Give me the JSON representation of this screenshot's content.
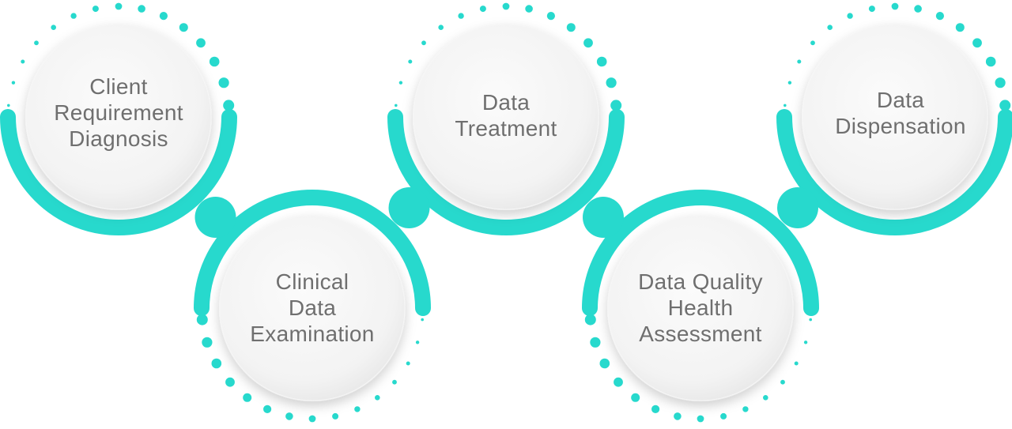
{
  "diagram": {
    "accent_color": "#27d9cd",
    "circle_fill": "#f6f6f6",
    "text_color": "#6f6f6f",
    "steps": [
      {
        "id": "client-requirement-diagnosis",
        "lines": [
          "Client",
          "Requirement",
          "Diagnosis"
        ]
      },
      {
        "id": "clinical-data-examination",
        "lines": [
          "Clinical",
          "Data",
          "Examination"
        ]
      },
      {
        "id": "data-treatment",
        "lines": [
          "Data",
          "Treatment"
        ]
      },
      {
        "id": "data-quality-health-assessment",
        "lines": [
          "Data Quality",
          "Health",
          "Assessment"
        ]
      },
      {
        "id": "data-dispensation",
        "lines": [
          "Data",
          "Dispensation"
        ]
      }
    ]
  }
}
